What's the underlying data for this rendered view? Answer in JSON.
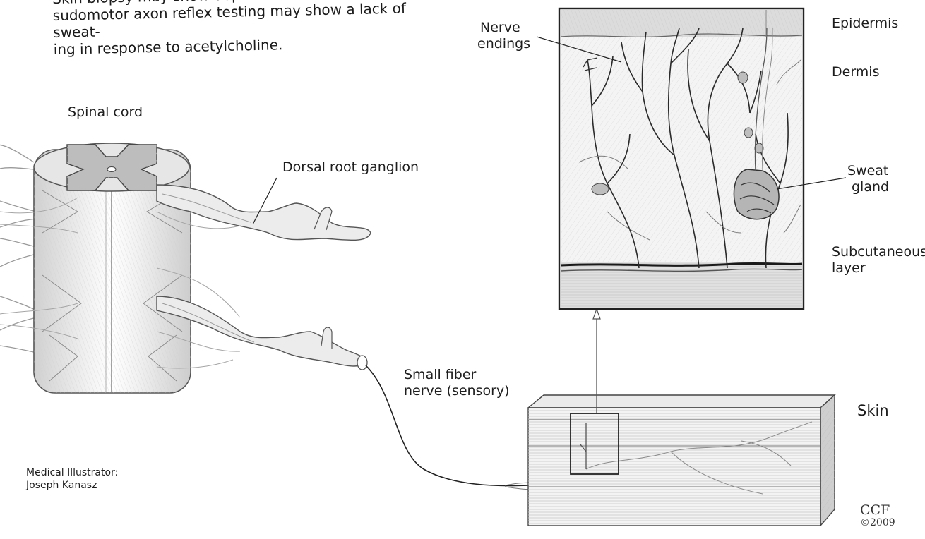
{
  "intro_text": {
    "line1": "Skin biopsy may show depletion of nerve fibers, and",
    "line2": "sudomotor axon reflex testing may show a lack of sweat-",
    "line3": "ing in response to acetylcholine."
  },
  "labels": {
    "spinal_cord": "Spinal cord",
    "dorsal_root_ganglion": "Dorsal root ganglion",
    "nerve_endings": [
      "Nerve",
      "endings"
    ],
    "epidermis": "Epidermis",
    "dermis": "Dermis",
    "sweat_gland": [
      "Sweat",
      "gland"
    ],
    "subcutaneous_layer": [
      "Subcutaneous",
      "layer"
    ],
    "small_fiber_nerve": [
      "Small fiber",
      "nerve (sensory)"
    ],
    "skin": "Skin"
  },
  "credits": {
    "illustrator": [
      "Medical Illustrator:",
      "Joseph Kanasz"
    ],
    "copyright_mark": "CCF",
    "copyright_year": "©2009"
  }
}
